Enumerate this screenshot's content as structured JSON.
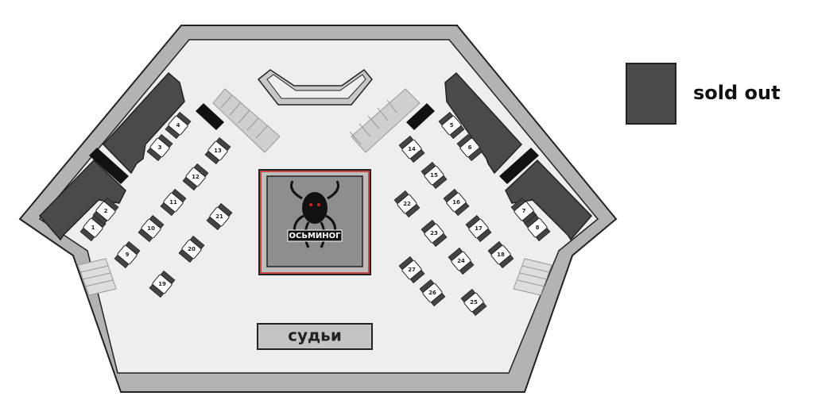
{
  "legend": {
    "label": "sold out",
    "color": "#4a4a4a"
  },
  "judges": {
    "label": "судьи"
  },
  "ring": {
    "logo_text": "ОСЬМИНОГ",
    "border_color": "#cc2222"
  },
  "tables": [
    "1",
    "2",
    "3",
    "4",
    "5",
    "6",
    "7",
    "8",
    "9",
    "10",
    "11",
    "12",
    "13",
    "14",
    "15",
    "16",
    "17",
    "18",
    "19",
    "20",
    "21",
    "22",
    "23",
    "24",
    "25",
    "26",
    "27"
  ],
  "colors": {
    "sold": "#4a4a4a",
    "floor": "#eeeeee",
    "outer": "#b3b3b3",
    "stair": "#cfcfcf",
    "ring": "#8e8e8e"
  }
}
